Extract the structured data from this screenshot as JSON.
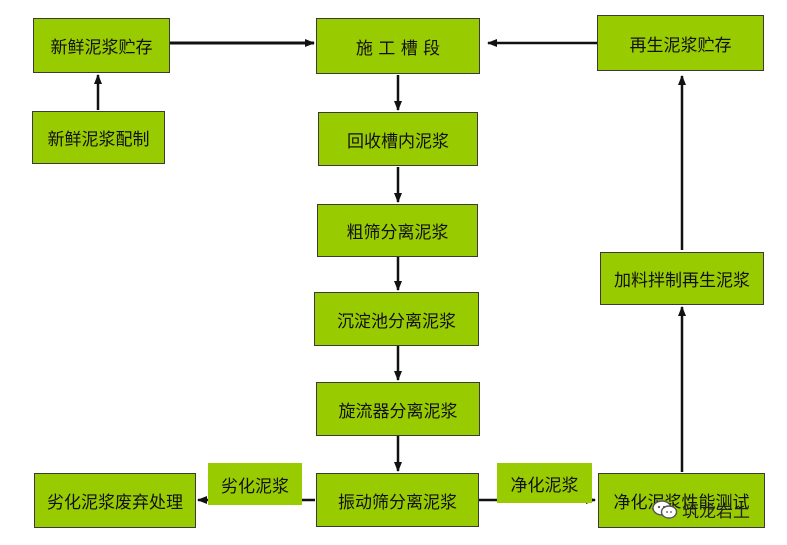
{
  "nodes": {
    "fresh_storage": "新鲜泥浆贮存",
    "fresh_prep": "新鲜泥浆配制",
    "trench": "施 工 槽 段",
    "recycled_storage": "再生泥浆贮存",
    "recovery": "回收槽内泥浆",
    "coarse_screen": "粗筛分离泥浆",
    "sedimentation": "沉淀池分离泥浆",
    "cyclone": "旋流器分离泥浆",
    "vibrating_screen": "振动筛分离泥浆",
    "disposal": "劣化泥浆废弃处理",
    "performance_test": "净化泥浆性能测试",
    "additive_mixing": "加料拌制再生泥浆"
  },
  "edge_labels": {
    "degraded": "劣化泥浆",
    "purified": "净化泥浆"
  },
  "watermark": {
    "text": "筑龙岩土",
    "icon": "wechat-icon"
  },
  "colors": {
    "box_fill": "#99cc00",
    "border": "#3a3a3a",
    "arrow": "#111111"
  }
}
